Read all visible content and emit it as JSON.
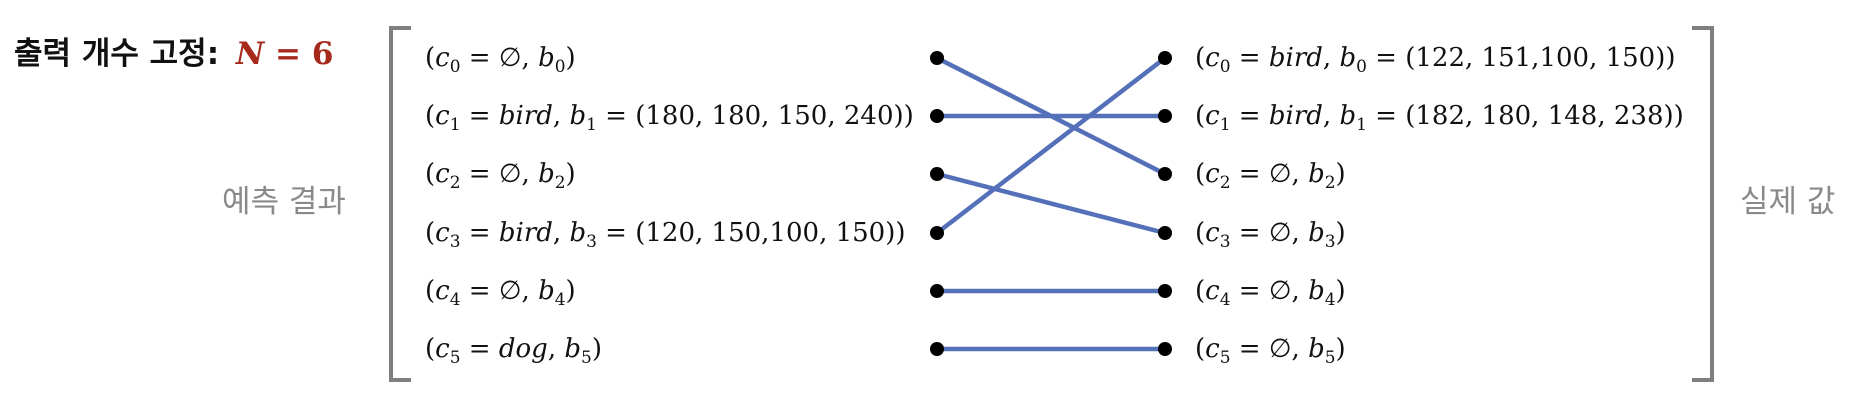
{
  "header": {
    "text": "출력 개수 고정:",
    "N_var": "N",
    "N_eq": " = ",
    "N_val": "6"
  },
  "labels": {
    "prediction": "예측 결과",
    "ground_truth": "실제 값"
  },
  "predictions": [
    {
      "c": "c",
      "i": "0",
      "cls": "∅",
      "italic": false,
      "b": "b",
      "box": ""
    },
    {
      "c": "c",
      "i": "1",
      "cls": "bird",
      "italic": true,
      "b": "b",
      "box": "(180, 180, 150, 240)"
    },
    {
      "c": "c",
      "i": "2",
      "cls": "∅",
      "italic": false,
      "b": "b",
      "box": ""
    },
    {
      "c": "c",
      "i": "3",
      "cls": "bird",
      "italic": true,
      "b": "b",
      "box": "(120, 150,100, 150)"
    },
    {
      "c": "c",
      "i": "4",
      "cls": "∅",
      "italic": false,
      "b": "b",
      "box": ""
    },
    {
      "c": "c",
      "i": "5",
      "cls": "dog",
      "italic": true,
      "b": "b",
      "box": ""
    }
  ],
  "ground_truth": [
    {
      "c": "c",
      "i": "0",
      "cls": "bird",
      "italic": true,
      "b": "b",
      "box": "(122, 151,100, 150)"
    },
    {
      "c": "c",
      "i": "1",
      "cls": "bird",
      "italic": true,
      "b": "b",
      "box": "(182, 180, 148, 238)"
    },
    {
      "c": "c",
      "i": "2",
      "cls": "∅",
      "italic": false,
      "b": "b",
      "box": ""
    },
    {
      "c": "c",
      "i": "3",
      "cls": "∅",
      "italic": false,
      "b": "b",
      "box": ""
    },
    {
      "c": "c",
      "i": "4",
      "cls": "∅",
      "italic": false,
      "b": "b",
      "box": ""
    },
    {
      "c": "c",
      "i": "5",
      "cls": "∅",
      "italic": false,
      "b": "b",
      "box": ""
    }
  ],
  "matching": [
    [
      0,
      2
    ],
    [
      1,
      1
    ],
    [
      2,
      3
    ],
    [
      3,
      0
    ],
    [
      4,
      4
    ],
    [
      5,
      5
    ]
  ],
  "colors": {
    "wire": "#5470b8",
    "dot": "#000000",
    "bracket": "#7f7f7f",
    "n_value": "#a52a1c",
    "side_label": "#8a8a8a"
  }
}
